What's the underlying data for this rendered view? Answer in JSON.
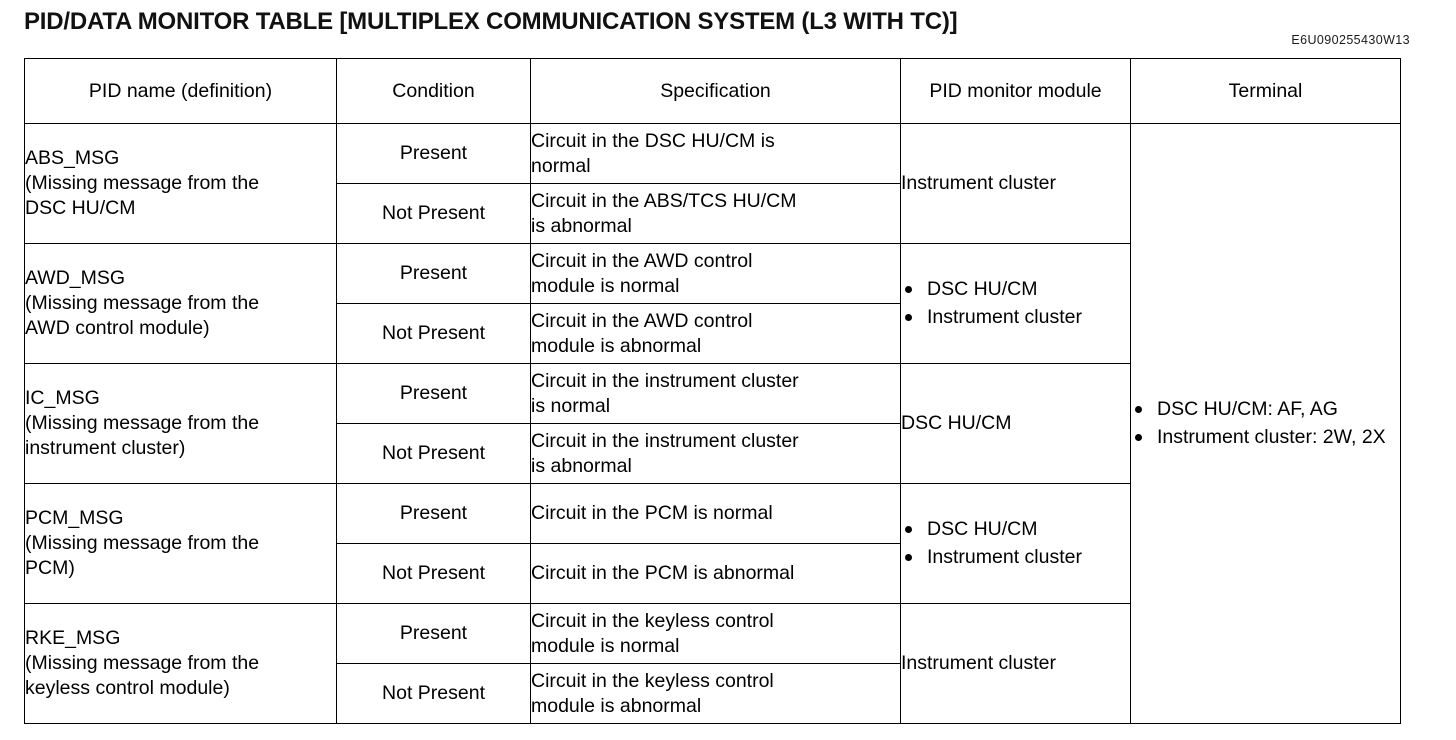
{
  "document": {
    "title": "PID/DATA MONITOR TABLE [MULTIPLEX COMMUNICATION SYSTEM (L3 WITH TC)]",
    "code": "E6U090255430W13"
  },
  "table": {
    "headers": {
      "pid_name": "PID name (definition)",
      "condition": "Condition",
      "specification": "Specification",
      "pid_monitor_module": "PID monitor module",
      "terminal": "Terminal"
    },
    "rows": [
      {
        "pid_name_line1": "ABS_MSG",
        "pid_name_line2": "(Missing message from the",
        "pid_name_line3": "DSC HU/CM",
        "conditions": [
          {
            "condition": "Present",
            "spec_line1": "Circuit in the DSC HU/CM is",
            "spec_line2": "normal"
          },
          {
            "condition": "Not Present",
            "spec_line1": "Circuit in the ABS/TCS HU/CM",
            "spec_line2": "is abnormal"
          }
        ],
        "module_type": "plain",
        "module_text": "Instrument cluster",
        "module_items": []
      },
      {
        "pid_name_line1": "AWD_MSG",
        "pid_name_line2": "(Missing message from the",
        "pid_name_line3": "AWD control module)",
        "conditions": [
          {
            "condition": "Present",
            "spec_line1": "Circuit in the AWD control",
            "spec_line2": "module is normal"
          },
          {
            "condition": "Not Present",
            "spec_line1": "Circuit in the AWD control",
            "spec_line2": "module is abnormal"
          }
        ],
        "module_type": "list",
        "module_text": "",
        "module_items": [
          "DSC HU/CM",
          "Instrument cluster"
        ]
      },
      {
        "pid_name_line1": "IC_MSG",
        "pid_name_line2": "(Missing message from the",
        "pid_name_line3": "instrument cluster)",
        "conditions": [
          {
            "condition": "Present",
            "spec_line1": "Circuit in the instrument cluster",
            "spec_line2": "is normal"
          },
          {
            "condition": "Not Present",
            "spec_line1": "Circuit in the instrument cluster",
            "spec_line2": "is abnormal"
          }
        ],
        "module_type": "plain",
        "module_text": "DSC HU/CM",
        "module_items": []
      },
      {
        "pid_name_line1": "PCM_MSG",
        "pid_name_line2": "(Missing message from the",
        "pid_name_line3": "PCM)",
        "conditions": [
          {
            "condition": "Present",
            "spec_line1": "Circuit in the PCM is normal",
            "spec_line2": ""
          },
          {
            "condition": "Not Present",
            "spec_line1": "Circuit in the PCM is abnormal",
            "spec_line2": ""
          }
        ],
        "module_type": "list",
        "module_text": "",
        "module_items": [
          "DSC HU/CM",
          "Instrument cluster"
        ]
      },
      {
        "pid_name_line1": "RKE_MSG",
        "pid_name_line2": "(Missing message from the",
        "pid_name_line3": "keyless control module)",
        "conditions": [
          {
            "condition": "Present",
            "spec_line1": "Circuit in the keyless control",
            "spec_line2": "module is normal"
          },
          {
            "condition": "Not Present",
            "spec_line1": "Circuit in the keyless control",
            "spec_line2": "module is abnormal"
          }
        ],
        "module_type": "plain",
        "module_text": "Instrument cluster",
        "module_items": []
      }
    ],
    "terminal": {
      "items": [
        "DSC HU/CM: AF, AG",
        "Instrument cluster: 2W, 2X"
      ]
    }
  }
}
